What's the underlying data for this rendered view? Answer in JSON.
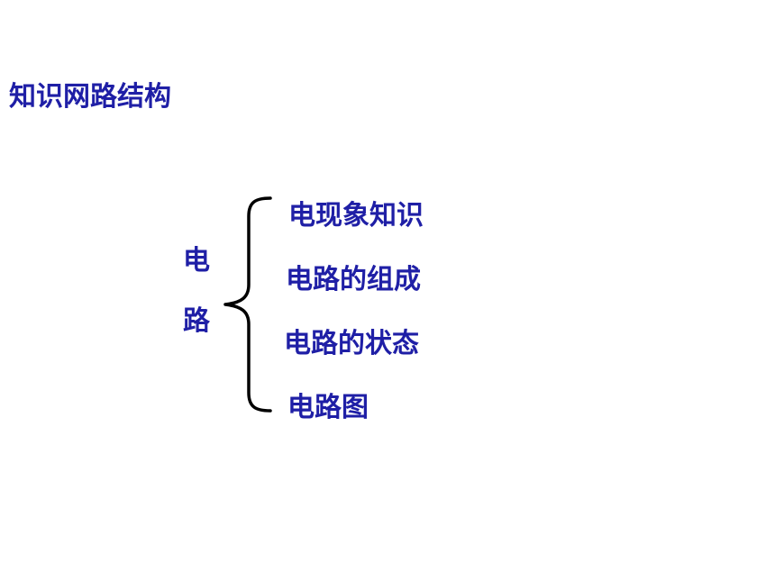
{
  "title": "知识网路结构",
  "root": {
    "chars": [
      "电",
      "路"
    ]
  },
  "branches": [
    "电现象知识",
    "电路的组成",
    "电路的状态",
    "电路图"
  ],
  "colors": {
    "text": "#1f1fa6",
    "brace": "#000000",
    "background": "#ffffff"
  }
}
